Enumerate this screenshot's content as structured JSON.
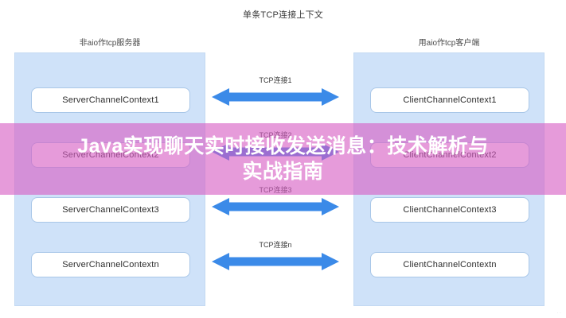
{
  "diagram": {
    "title": "单条TCP连接上下文",
    "columns": [
      {
        "side": "left",
        "caption": "非aio作tcp服务器",
        "panel_color": "#cfe2f9",
        "boxes": [
          "ServerChannelContext1",
          "ServerChannelContext2",
          "ServerChannelContext3",
          "ServerChannelContextn"
        ]
      },
      {
        "side": "right",
        "caption": "用aio作tcp客户端",
        "panel_color": "#cfe2f9",
        "boxes": [
          "ClientChannelContext1",
          "ClientChannelContext2",
          "ClientChannelContext3",
          "ClientChannelContextn"
        ]
      }
    ],
    "connections": [
      {
        "label": "TCP连接1",
        "direction": "bidirectional",
        "color": "#3b8ae8"
      },
      {
        "label": "TCP连接2",
        "direction": "bidirectional",
        "color": "#3b8ae8"
      },
      {
        "label": "TCP连接3",
        "direction": "bidirectional",
        "color": "#3b8ae8"
      },
      {
        "label": "TCP连接n",
        "direction": "bidirectional",
        "color": "#3b8ae8"
      }
    ]
  },
  "overlay": {
    "background_color": "#d65ec4",
    "text_color": "#ffffff",
    "lines": [
      "Java实现聊天实时接收发送消息：技术解析与",
      "实战指南"
    ]
  },
  "watermark": {
    "text": "· ·"
  }
}
